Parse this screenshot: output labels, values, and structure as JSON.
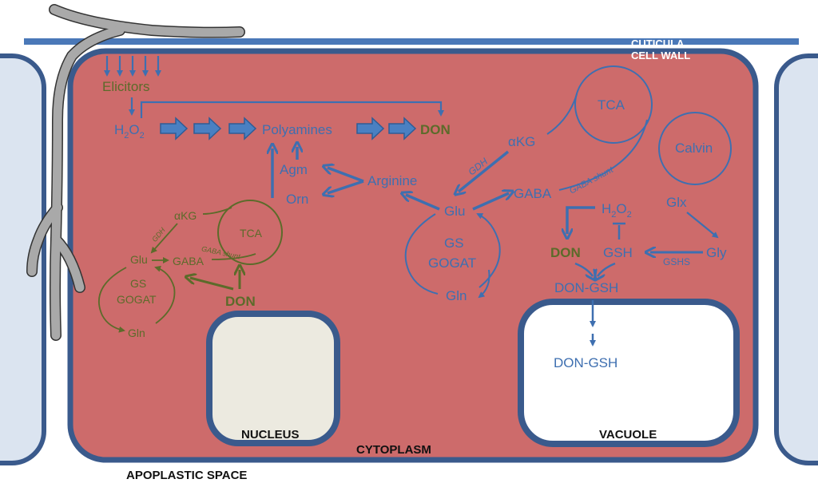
{
  "labels": {
    "cuticula": "CUTICULA",
    "cell_wall": "CELL WALL",
    "apoplastic_space": "APOPLASTIC SPACE",
    "cytoplasm": "CYTOPLASM",
    "nucleus": "NUCLEUS",
    "vacuole": "VACUOLE"
  },
  "fungus": {
    "elicitors": "Elicitors",
    "akg": "αKG",
    "gdh": "GDH",
    "tca": "TCA",
    "glu": "Glu",
    "gaba": "GABA",
    "gaba_shunt": "GABA shunt",
    "gs": "GS",
    "gogat": "GOGAT",
    "gln": "Gln",
    "don": "DON"
  },
  "plant": {
    "h2o2": "H",
    "h2o2_sub": "2",
    "h2o2_tail": "O",
    "h2o2_sub2": "2",
    "polyamines": "Polyamines",
    "don_top": "DON",
    "agm": "Agm",
    "orn": "Orn",
    "arginine": "Arginine",
    "tca": "TCA",
    "akg": "αKG",
    "gdh": "GDH",
    "gaba": "GABA",
    "gaba_shunt": "GABA shunt",
    "calvin": "Calvin",
    "glx": "Glx",
    "glu": "Glu",
    "gs": "GS",
    "gogat": "GOGAT",
    "gln": "Gln",
    "h2o2_r": "H",
    "h2o2_r_sub": "2",
    "h2o2_r_tail": "O",
    "h2o2_r_sub2": "2",
    "don_mid": "DON",
    "gsh": "GSH",
    "gly": "Gly",
    "gshs": "GSHS",
    "don_gsh": "DON-GSH",
    "don_gsh_vac": "DON-GSH"
  },
  "colors": {
    "cytoplasm": "#cd6b6b",
    "membrane": "#3a5a8c",
    "pathway_blue": "#3e6fb0",
    "fungal_green": "#5c6b2a",
    "hypha": "#a9a9a9",
    "nucleus_fill": "#eceae0",
    "neighbor_cell": "#dbe4f0"
  }
}
